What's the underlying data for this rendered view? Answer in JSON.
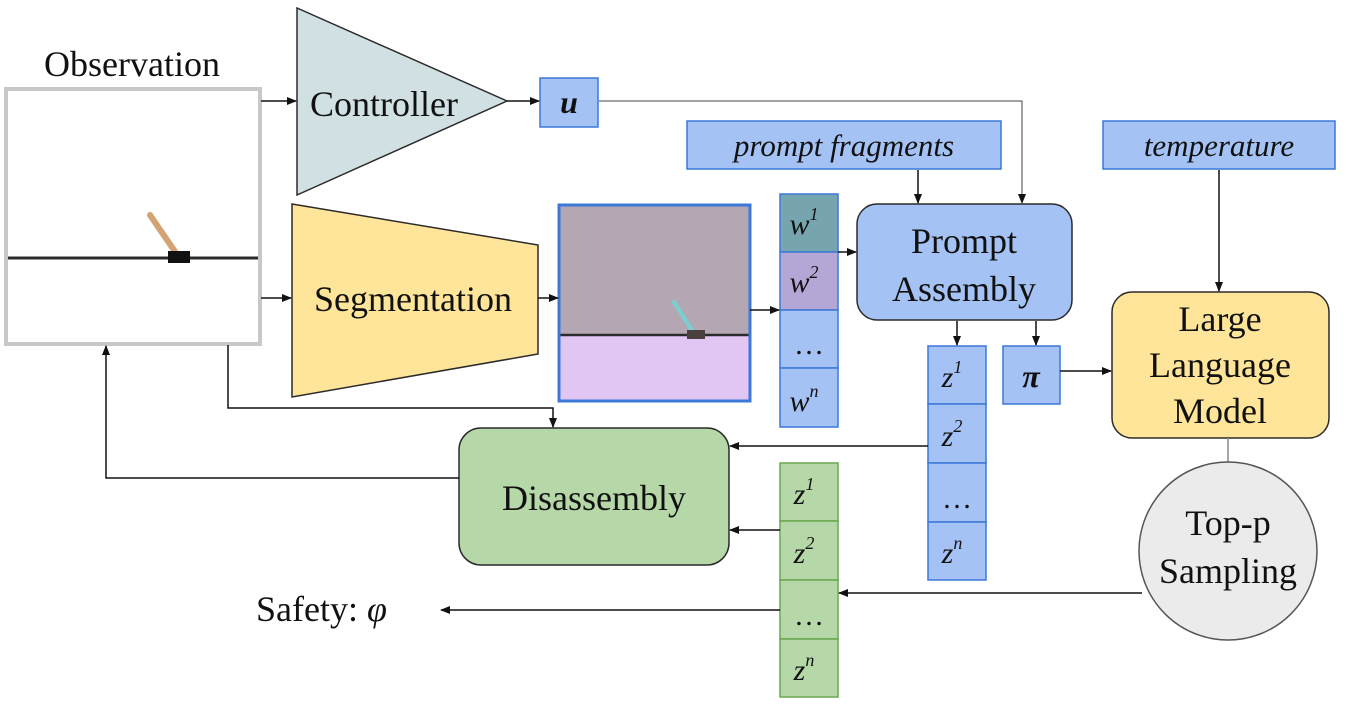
{
  "labels": {
    "observation": "Observation",
    "controller": "Controller",
    "u": "u",
    "prompt_fragments": "prompt fragments",
    "temperature": "temperature",
    "segmentation": "Segmentation",
    "prompt_assembly_line1": "Prompt",
    "prompt_assembly_line2": "Assembly",
    "pi": "π",
    "llm_line1": "Large",
    "llm_line2": "Language",
    "llm_line3": "Model",
    "sampling_line1": "Top-p",
    "sampling_line2": "Sampling",
    "disassembly": "Disassembly",
    "safety": "Safety: ",
    "phi": "φ"
  },
  "w_stack": [
    {
      "base": "w",
      "sup": "1"
    },
    {
      "base": "w",
      "sup": "2"
    },
    {
      "ellipsis": "…"
    },
    {
      "base": "w",
      "sup": "n"
    }
  ],
  "z_blue_stack": [
    {
      "base": "z",
      "sup": "1"
    },
    {
      "base": "z",
      "sup": "2"
    },
    {
      "ellipsis": "…"
    },
    {
      "base": "z",
      "sup": "n"
    }
  ],
  "z_green_stack": [
    {
      "base": "z",
      "sup": "1"
    },
    {
      "base": "z",
      "sup": "2"
    },
    {
      "ellipsis": "…"
    },
    {
      "base": "z",
      "sup": "n"
    }
  ],
  "colors": {
    "blue_fill": "#a4c2f4",
    "blue_stroke": "#3c78d8",
    "green_fill": "#b6d7a8",
    "green_stroke": "#6aa84f",
    "yellow_fill": "#ffe599",
    "controller_fill": "#d0e0e3",
    "circle_fill": "#ebebeb",
    "w1_fill": "#76a5af",
    "w2_fill": "#b4a7d6",
    "seg_top": "#b5a6b4",
    "seg_bottom": "#e1c6f4"
  }
}
